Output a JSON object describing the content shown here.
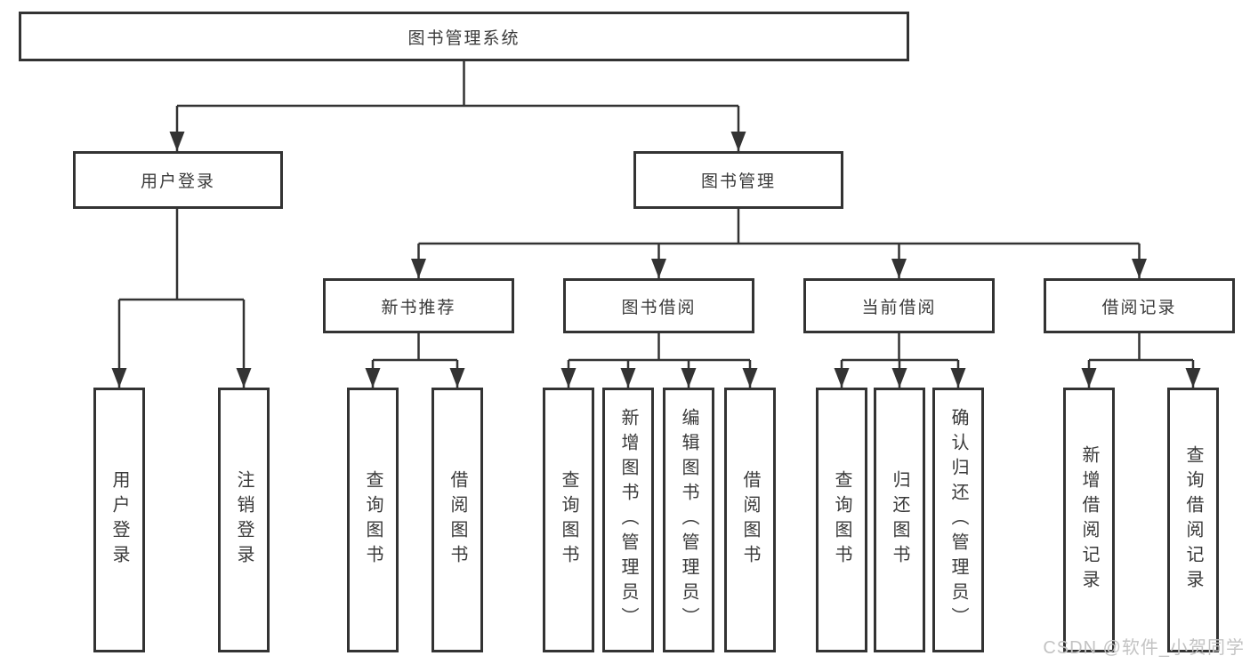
{
  "nodes": {
    "root": "图书管理系统",
    "user_login": "用户登录",
    "book_mgmt": "图书管理",
    "new_book_rec": "新书推荐",
    "book_borrow": "图书借阅",
    "current_borrow": "当前借阅",
    "borrow_records": "借阅记录",
    "ul_login": "用户登录",
    "ul_logout": "注销登录",
    "nb_query_book": "查询图书",
    "nb_borrow_book": "借阅图书",
    "bb_query_book": "查询图书",
    "bb_add_book": "新增图书（管理员）",
    "bb_edit_book": "编辑图书（管理员）",
    "bb_borrow_book": "借阅图书",
    "cb_query_book": "查询图书",
    "cb_return_book": "归还图书",
    "cb_confirm_return": "确认归还（管理员）",
    "br_add_record": "新增借阅记录",
    "br_query_record": "查询借阅记录"
  },
  "watermark": "CSDN @软件_小贺同学",
  "colors": {
    "line": "#333333",
    "text": "#3a3a3a",
    "watermark": "#c3c3c3",
    "background": "#ffffff"
  }
}
